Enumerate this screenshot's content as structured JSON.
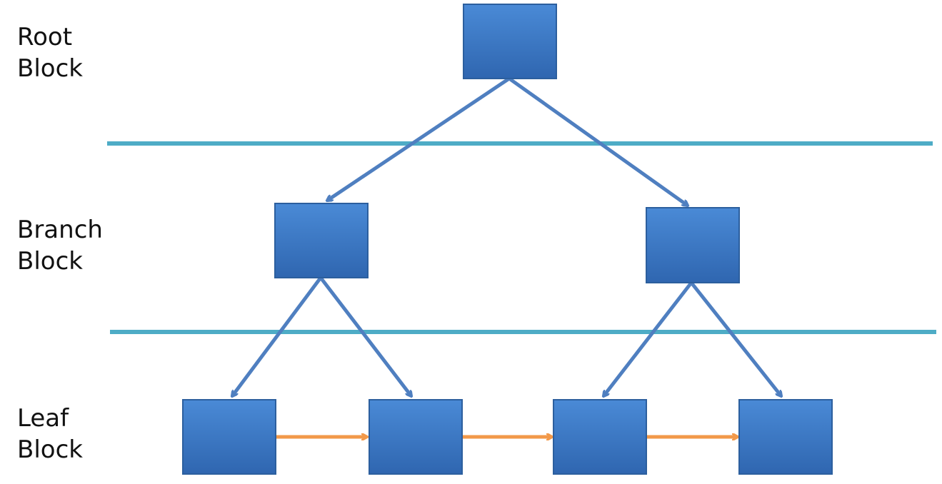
{
  "levels": {
    "root": {
      "line1": "Root",
      "line2": "Block"
    },
    "branch": {
      "line1": "Branch",
      "line2": "Block"
    },
    "leaf": {
      "line1": "Leaf",
      "line2": "Block"
    }
  },
  "colors": {
    "block_fill_top": "#4a8ad6",
    "block_fill_bottom": "#2f66b0",
    "block_border": "#2c5f9e",
    "tree_arrow": "#4f7fc0",
    "sibling_arrow": "#f2994a",
    "separator": "#4eacc6"
  },
  "structure": {
    "root": [
      "branch-left",
      "branch-right"
    ],
    "branch-left": [
      "leaf-1",
      "leaf-2"
    ],
    "branch-right": [
      "leaf-3",
      "leaf-4"
    ],
    "leaf_chain": [
      "leaf-1",
      "leaf-2",
      "leaf-3",
      "leaf-4"
    ]
  }
}
